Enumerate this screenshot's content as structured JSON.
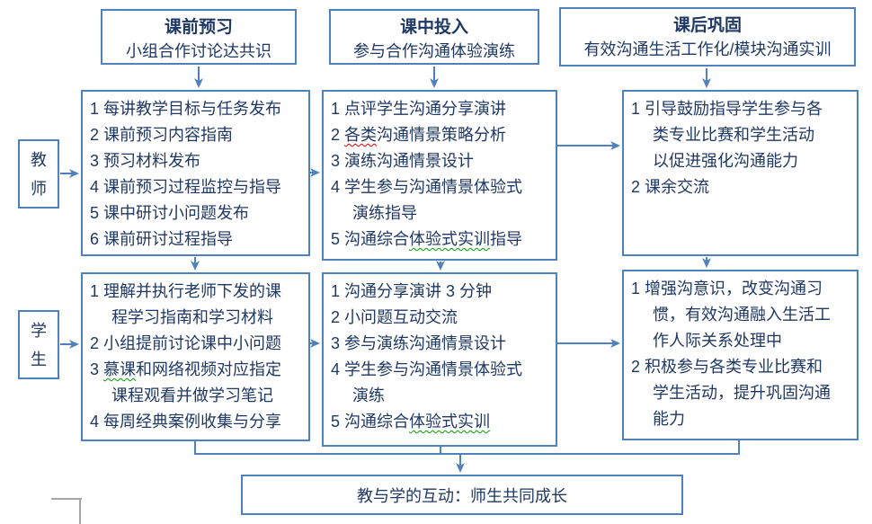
{
  "colors": {
    "border_blue": "#4f81bd",
    "text_navy": "#1f3864",
    "spellcheck_red": "#e00000",
    "spellcheck_green": "#00a000",
    "page_mark_gray": "#a6a6a6"
  },
  "headers": [
    {
      "title": "课前预习",
      "subtitle": "小组合作讨论达共识"
    },
    {
      "title": "课中投入",
      "subtitle": "参与合作沟通体验演练"
    },
    {
      "title": "课后巩固",
      "subtitle": "有效沟通生活工作化/模块沟通实训"
    }
  ],
  "roles": {
    "teacher": "教师",
    "student": "学生"
  },
  "teacher_row": {
    "pre_class": {
      "lines": [
        {
          "t": "1 每讲教学目标与任务发布"
        },
        {
          "t": "2 课前预习内容指南"
        },
        {
          "t": "3 预习材料发布"
        },
        {
          "t": "4 课前预习过程监控与指导"
        },
        {
          "t": "5 课中研讨小问题发布"
        },
        {
          "t": "6 课前研讨过程指导"
        }
      ]
    },
    "in_class": {
      "lines": [
        {
          "t": "1 点评学生沟通分享演讲"
        },
        {
          "pre": "2 ",
          "mark": "各类",
          "post": "沟通情景策略分析",
          "mc": "red"
        },
        {
          "t": "3 演练沟通情景设计"
        },
        {
          "t": "4 学生参与沟通情景体验式"
        },
        {
          "t": "演练指导",
          "ind": true
        },
        {
          "pre": "5 沟通综合",
          "mark": "体验式实训",
          "post": "指导",
          "mc": "green"
        }
      ]
    },
    "post_class": {
      "lines": [
        {
          "t": "1 引导鼓励指导学生参与各"
        },
        {
          "t": "类专业比赛和学生活动",
          "ind": true
        },
        {
          "t": "以促进强化沟通能力",
          "ind": true
        },
        {
          "t": "2 课余交流"
        }
      ]
    }
  },
  "student_row": {
    "pre_class": {
      "lines": [
        {
          "t": "1 理解并执行老师下发的课"
        },
        {
          "t": "程学习指南和学习材料",
          "ind": true
        },
        {
          "t": "2 小组提前讨论课中小问题"
        },
        {
          "pre": "3 ",
          "mark": "慕课",
          "post": "和网络视频对应指定",
          "mc": "green"
        },
        {
          "t": "课程观看并做学习笔记",
          "ind": true
        },
        {
          "t": "4 每周经典案例收集与分享"
        }
      ]
    },
    "in_class": {
      "lines": [
        {
          "t": "1 沟通分享演讲 3 分钟"
        },
        {
          "t": "2 小问题互动交流"
        },
        {
          "t": "3 参与演练沟通情景设计"
        },
        {
          "t": "4 学生参与沟通情景体验式"
        },
        {
          "t": "演练",
          "ind": true
        },
        {
          "pre": "5 沟通综合",
          "mark": "体验式实训",
          "post": "",
          "mc": "green"
        }
      ]
    },
    "post_class": {
      "lines": [
        {
          "t": "1 增强沟意识，改变沟通习"
        },
        {
          "t": "惯，有效沟通融入生活工",
          "ind": true
        },
        {
          "t": "作人际关系处理中",
          "ind": true
        },
        {
          "t": "2 积极参与各类专业比赛和"
        },
        {
          "t": "学生活动，提升巩固沟通",
          "ind": true
        },
        {
          "t": "能力",
          "ind": true
        }
      ]
    }
  },
  "footer": {
    "label": "教与学的互动：师生共同成长"
  }
}
